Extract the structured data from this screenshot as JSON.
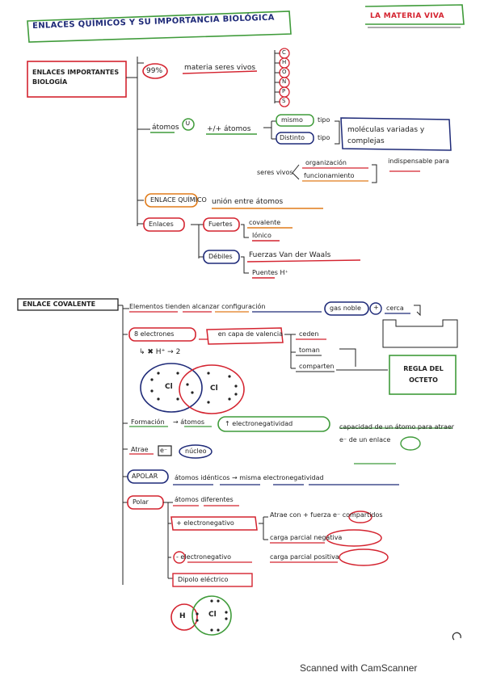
{
  "header": {
    "title": "ENLACES QUÍMICOS Y SU IMPORTANCIA BIOLÓGICA",
    "section_tag": "LA MATERIA VIVA"
  },
  "part1": {
    "root": "ENLACES IMPORTANTES BIOLOGÍA",
    "percent": "99%",
    "matter_text": "materia seres vivos",
    "elements": [
      "C",
      "H",
      "O",
      "N",
      "P",
      "S"
    ],
    "atoms": "átomos",
    "union_symbol": "∪",
    "plus_minus_atoms": "+/+ átomos",
    "same": "mismo",
    "different": "Distinto",
    "tipo": "tipo",
    "molecules": "moléculas variadas y complejas",
    "living": "seres vivos",
    "organization": "organización",
    "functioning": "funcionamiento",
    "essential": "indispensable para",
    "chem_bond": "ENLACE QUÍMICO",
    "chem_bond_def": "unión entre átomos",
    "bonds": "Enlaces",
    "strong": "Fuertes",
    "covalent": "covalente",
    "ionic": "Iónico",
    "weak": "Débiles",
    "van_der_waals": "Fuerzas Van der Waals",
    "hydrogen_bridges": "Puentes H⁺"
  },
  "part2": {
    "root": "ENLACE COVALENTE",
    "elements_tend": "Elementos tienden alcanzar configuración",
    "noble_gas": "gas noble",
    "plus": "+",
    "near": "cerca",
    "eight_electrons": "8 electrones",
    "in_valence": "en capa de valencia",
    "cede": "ceden",
    "take": "toman",
    "share": "comparten",
    "hydrogen_exception": "↳ ✖ H⁺ → 2",
    "octet_rule": "REGLA DEL OCTETO",
    "cl_left": "Cl",
    "cl_right": "Cl",
    "formation": "Formación",
    "atoms_arrow": "→ átomos",
    "electronegativity": "↑ electronegatividad",
    "capacity": "capacidad de un átomo para atraer e⁻ de un enlace",
    "attract": "Atrae",
    "electron": "e⁻",
    "nucleus": "núcleo",
    "apolar": "APOLAR",
    "apolar_def": "átomos idénticos → misma electronegatividad",
    "polar": "Polar",
    "different_atoms": "átomos diferentes",
    "more_en": "+ electronegativo",
    "attract_force": "Atrae con + fuerza e⁻ compartidos",
    "partial_neg": "carga parcial negativa",
    "less_en": "- electronegativo",
    "partial_pos": "carga parcial positiva",
    "dipole": "Dipolo eléctrico",
    "h_label": "H",
    "cl_label": "Cl"
  },
  "footer": {
    "scanner": "Scanned with CamScanner"
  },
  "colors": {
    "red": "#d4232f",
    "green": "#3f9b3a",
    "navy": "#1e2a78",
    "orange": "#e07b1a",
    "purple": "#5a2b7a",
    "black": "#222222"
  }
}
